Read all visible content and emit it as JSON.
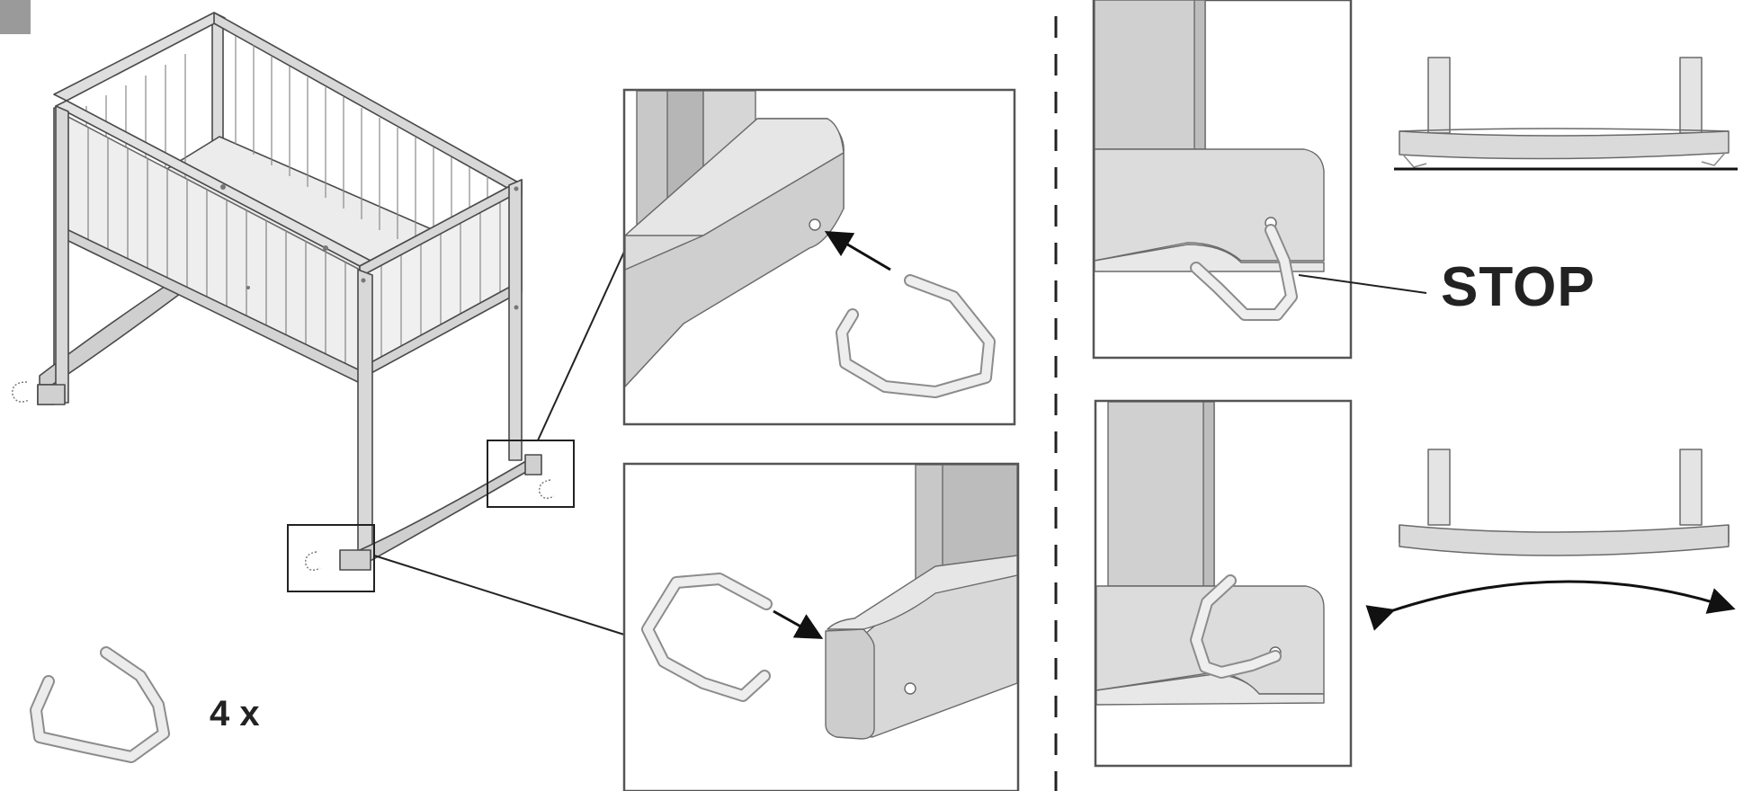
{
  "instructions": {
    "quantity_label": "4 x",
    "stop_label": "STOP"
  },
  "icons": {
    "step_marker": "grey-square-step-marker",
    "insert_arrow": "arrow-icon",
    "rocking_arrow": "curved-double-arrow-icon"
  },
  "colors": {
    "line": "#3a3a3a",
    "wood_light": "#e9e9e9",
    "wood_mid": "#d2d2d2",
    "wood_dark": "#b9b9b9",
    "marker": "#9a9a9a"
  }
}
